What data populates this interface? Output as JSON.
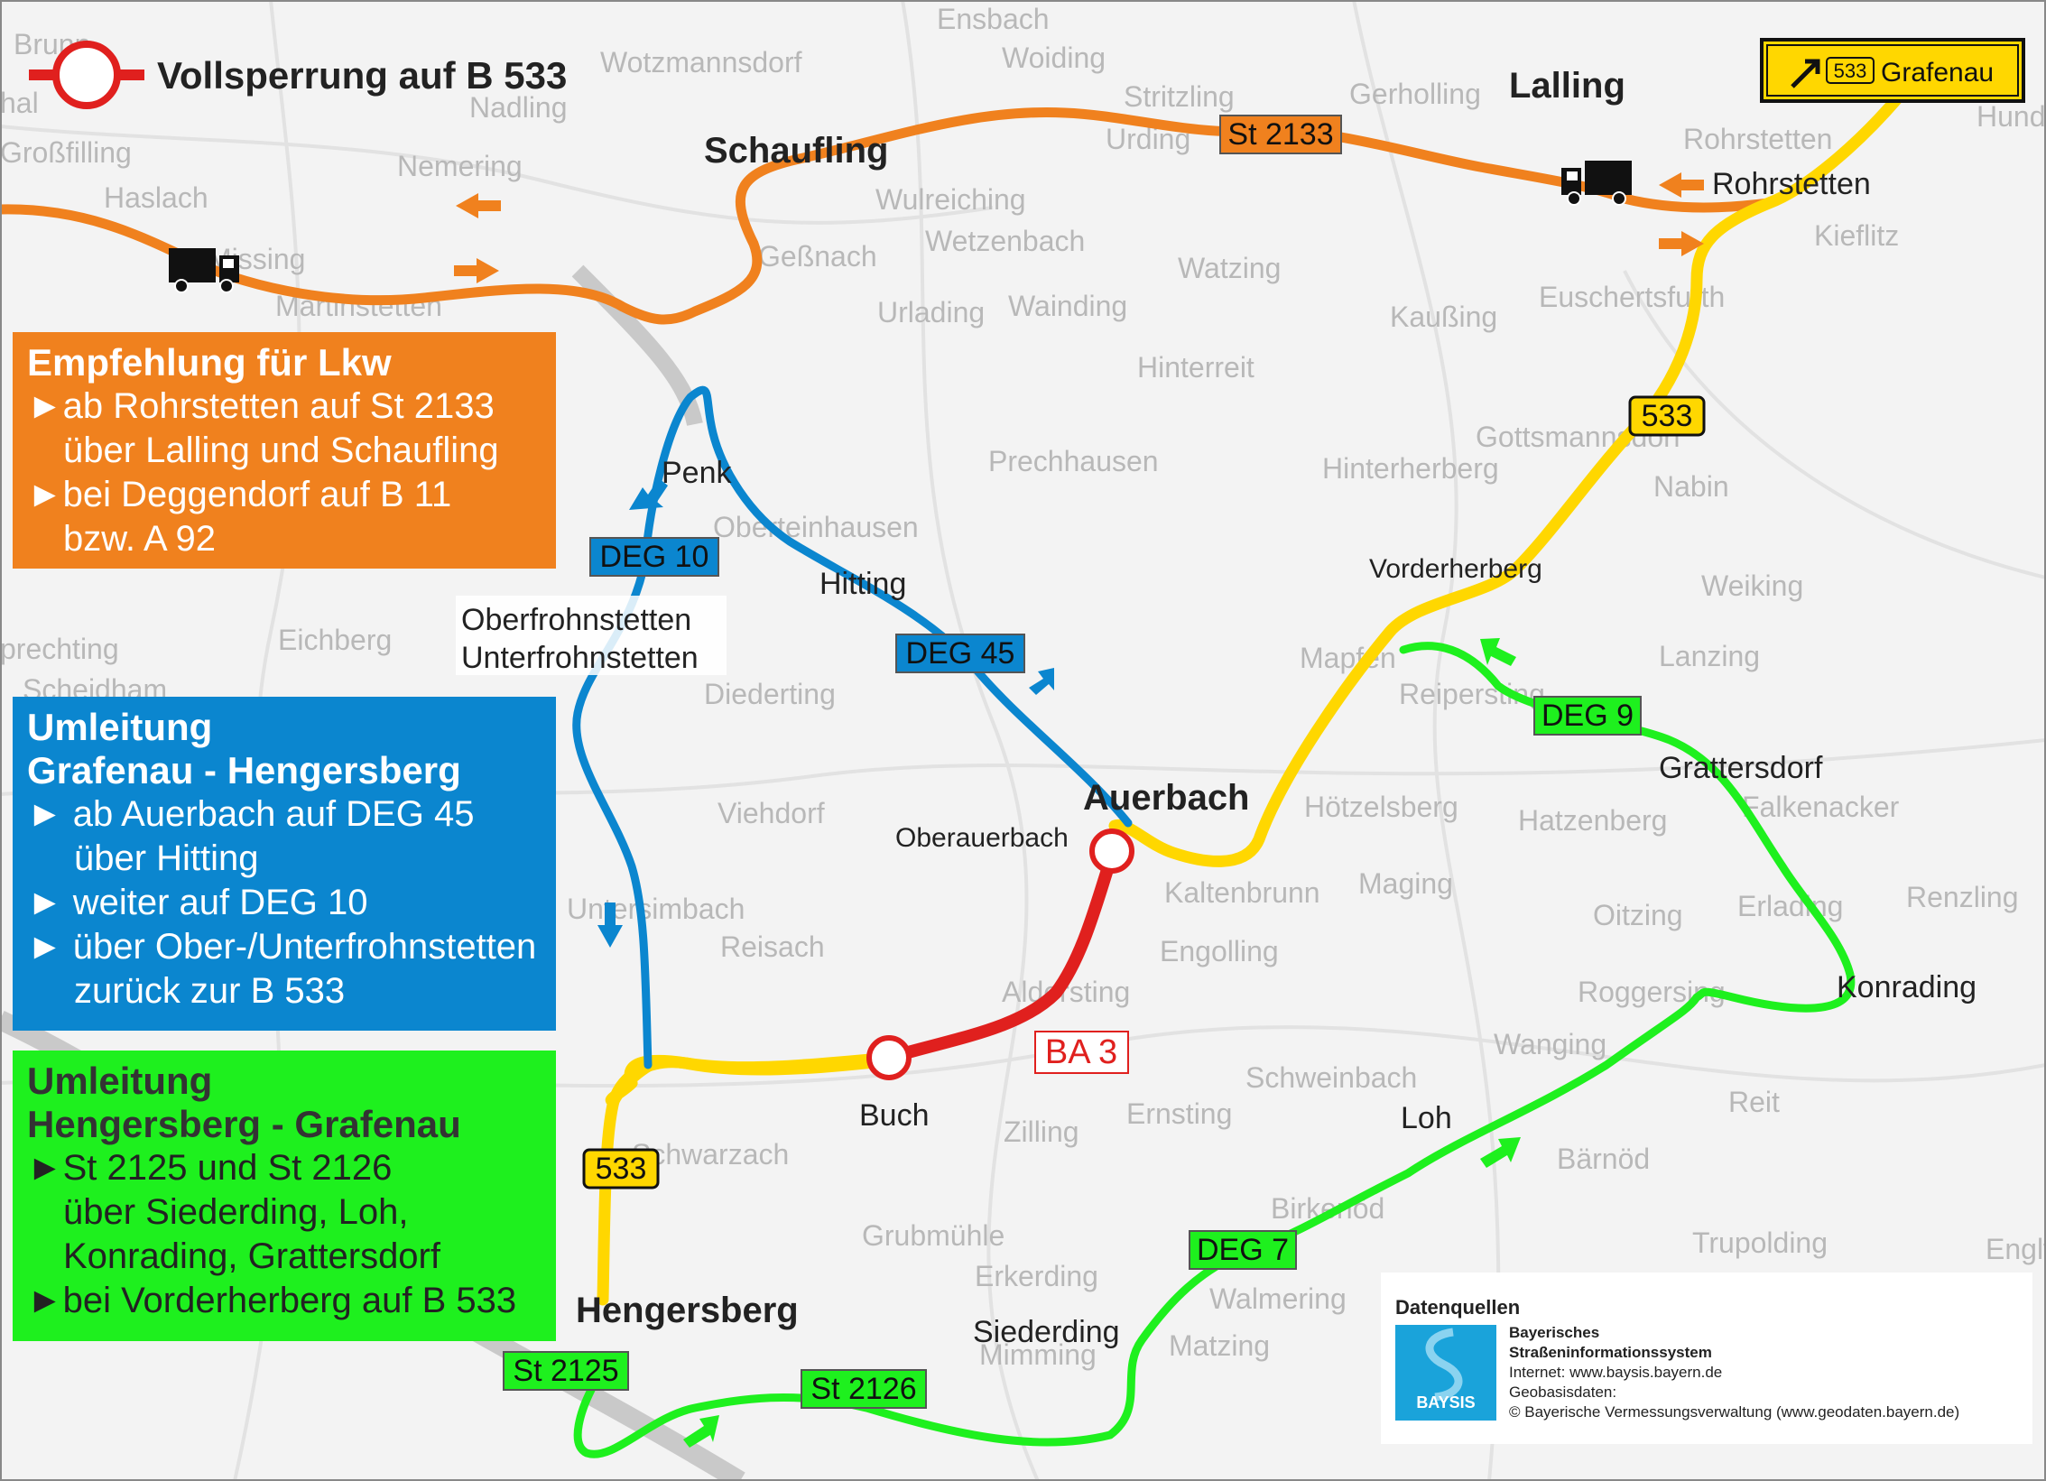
{
  "title": "Vollsperrung auf B 533",
  "direction_sign": {
    "road": "533",
    "destination": "Grafenau"
  },
  "legend_boxes": {
    "lkw": {
      "color": "#F0811E",
      "heading": "Empfehlung für Lkw",
      "lines": [
        "►ab Rohrstetten auf St 2133",
        "über Lalling und Schaufling",
        "►bei Deggendorf auf B 11",
        "bzw. A 92"
      ]
    },
    "blue": {
      "color": "#0B86CF",
      "heading_1": "Umleitung",
      "heading_2": "Grafenau - Hengersberg",
      "lines": [
        "► ab Auerbach auf DEG 45",
        "über Hitting",
        "► weiter auf DEG 10",
        "► über Ober-/Unterfrohnstetten",
        "zurück zur B 533"
      ]
    },
    "green": {
      "color": "#1EF01E",
      "heading_1": "Umleitung",
      "heading_2": "Hengersberg - Grafenau",
      "lines": [
        "►St 2125 und St 2126",
        "über Siederding, Loh,",
        "Konrading, Grattersdorf",
        "►bei Vorderherberg auf B 533"
      ]
    }
  },
  "road_labels": {
    "st2133": "St 2133",
    "b533_top": "533",
    "b533_bottom": "533",
    "deg10": "DEG 10",
    "deg45": "DEG 45",
    "deg9": "DEG 9",
    "deg7": "DEG 7",
    "st2125": "St 2125",
    "st2126": "St 2126",
    "ba3": "BA 3"
  },
  "places_major": {
    "schaufling": "Schaufling",
    "lalling": "Lalling",
    "auerbach": "Auerbach",
    "hengersberg": "Hengersberg"
  },
  "places_minor": {
    "rohrstetten": "Rohrstetten",
    "penk": "Penk",
    "hitting": "Hitting",
    "oberfrohnstetten": "Oberfrohnstetten",
    "unterfrohnstetten": "Unterfrohnstetten",
    "vorderherberg": "Vorderherberg",
    "oberauerbach": "Oberauerbach",
    "grattersdorf": "Grattersdorf",
    "konrading": "Konrading",
    "buch": "Buch",
    "loh": "Loh",
    "siederding": "Siederding"
  },
  "background_places": {
    "ensbach": "Ensbach",
    "woiding": "Woiding",
    "wotzmannsdorf": "Wotzmannsdorf",
    "nadling": "Nadling",
    "stritzling": "Stritzling",
    "urding": "Urding",
    "gerholling": "Gerholling",
    "grossfilling": "Großfilling",
    "nemering": "Nemering",
    "haslach": "Haslach",
    "wulreiching": "Wulreiching",
    "wetzenbach": "Wetzenbach",
    "rohrstetten_bg": "Rohrstetten",
    "kieflitz": "Kieflitz",
    "gessnach": "Geßnach",
    "watzing": "Watzing",
    "urlading": "Urlading",
    "wainding": "Wainding",
    "kaussing": "Kaußing",
    "euschertsfurth": "Euschertsfurth",
    "martinstetten": "Martinstetten",
    "hinterreit": "Hinterreit",
    "gottsmannsdorf": "Gottsmannsdorf",
    "prechhausen": "Prechhausen",
    "hinterherberg": "Hinterherberg",
    "nabin": "Nabin",
    "oberteinhausen": "Oberteinhausen",
    "weiking": "Weiking",
    "eichberg": "Eichberg",
    "mapfen": "Mapfen",
    "lanzing": "Lanzing",
    "diederting": "Diederting",
    "reipersting": "Reipersting",
    "scheidham": "Scheidham",
    "prechting": "prechting",
    "hoetzelsberg": "Hötzelsberg",
    "hatzenberg": "Hatzenberg",
    "falkenacker": "Falkenacker",
    "viehdorf": "Viehdorf",
    "kaltenbrunn": "Kaltenbrunn",
    "maging": "Maging",
    "oitzing": "Oitzing",
    "erlading": "Erlading",
    "renzling": "Renzling",
    "reisach": "Reisach",
    "engolling": "Engolling",
    "untersimbach": "Untersimbach",
    "aldersting": "Aldersting",
    "roggersing": "Roggersing",
    "wanging": "Wanging",
    "schweinbach": "Schweinbach",
    "reit": "Reit",
    "ernsting": "Ernsting",
    "zilling": "Zilling",
    "baernod": "Bärnöd",
    "schwarzach": "Schwarzach",
    "grubmuehle": "Grubmühle",
    "birkenod": "Birkenöd",
    "trupolding": "Trupolding",
    "englfing": "Englfing",
    "erkerding": "Erkerding",
    "walmering": "Walmering",
    "mimming": "Mimming",
    "matzing": "Matzing",
    "missing": "Missing",
    "hunding": "Hunding",
    "brunn": "Brunn",
    "thal": "hal"
  },
  "datenquellen": {
    "heading": "Datenquellen",
    "org_1": "Bayerisches",
    "org_2": "Straßeninformationssystem",
    "internet": "Internet: www.baysis.bayern.de",
    "geo_label": "Geobasisdaten:",
    "geo_text": "© Bayerische Vermessungsverwaltung (www.geodaten.bayern.de)",
    "logo_text": "BAYSIS"
  },
  "colors": {
    "orange": "#F0811E",
    "blue": "#0B86CF",
    "green": "#1EF01E",
    "yellow": "#FFD700",
    "closure_red": "#E0201E",
    "background": "#F2F2F2"
  }
}
